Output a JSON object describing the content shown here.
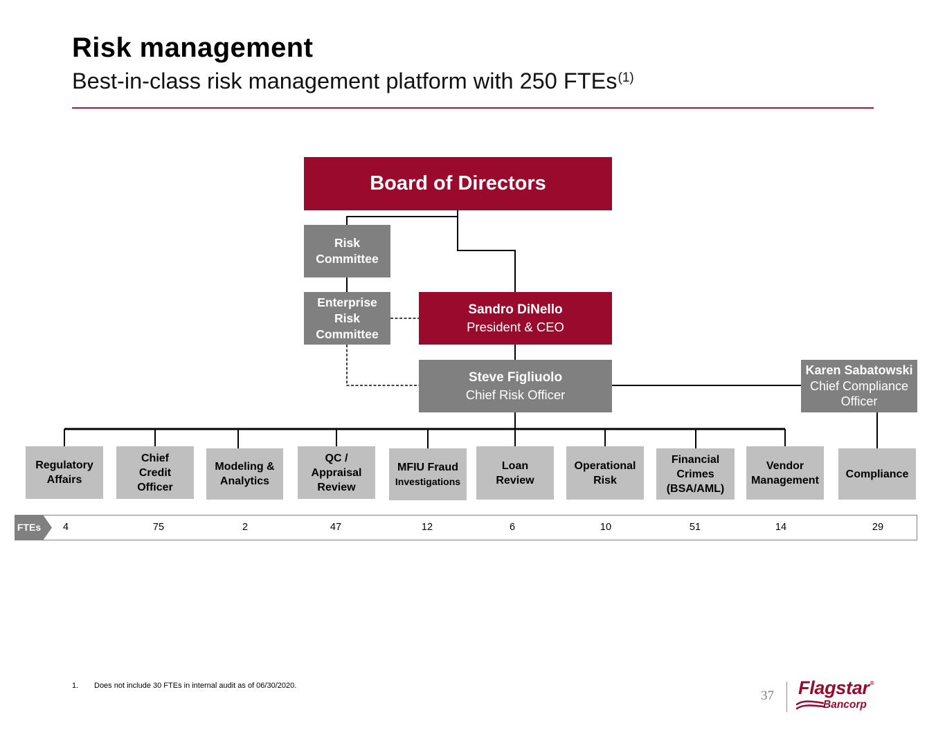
{
  "header": {
    "title": "Risk management",
    "subtitle": "Best-in-class risk management platform with 250 FTEs",
    "subtitle_note": "(1)"
  },
  "colors": {
    "brand_red": "#990a2c",
    "dark_gray": "#808080",
    "light_gray": "#bfbfbf"
  },
  "org": {
    "board": {
      "label": "Board of Directors"
    },
    "risk_committee": {
      "lines": [
        "Risk",
        "Committee"
      ]
    },
    "enterprise_risk_committee": {
      "lines": [
        "Enterprise",
        "Risk",
        "Committee"
      ]
    },
    "ceo": {
      "name": "Sandro DiNello",
      "title": "President & CEO"
    },
    "cro": {
      "name": "Steve Figliuolo",
      "title": "Chief Risk Officer"
    },
    "cco": {
      "name": "Karen Sabatowski",
      "title": "Chief Compliance Officer"
    },
    "departments": [
      {
        "lines": [
          "Regulatory",
          "Affairs"
        ],
        "ftes": 4
      },
      {
        "lines": [
          "Chief",
          "Credit",
          "Officer"
        ],
        "ftes": 75
      },
      {
        "lines": [
          "Modeling &",
          "Analytics"
        ],
        "ftes": 2
      },
      {
        "lines": [
          "QC /",
          "Appraisal",
          "Review"
        ],
        "ftes": 47
      },
      {
        "lines": [
          "MFIU Fraud",
          "Investigations"
        ],
        "ftes": 12
      },
      {
        "lines": [
          "Loan",
          "Review"
        ],
        "ftes": 6
      },
      {
        "lines": [
          "Operational",
          "Risk"
        ],
        "ftes": 10
      },
      {
        "lines": [
          "Financial",
          "Crimes",
          "(BSA/AML)"
        ],
        "ftes": 51
      },
      {
        "lines": [
          "Vendor",
          "Management"
        ],
        "ftes": 14
      },
      {
        "lines": [
          "Compliance"
        ],
        "ftes": 29
      }
    ]
  },
  "fte_label": "FTEs",
  "footnote": {
    "marker": "1.",
    "text": "Does not include 30 FTEs in internal audit as of 06/30/2020."
  },
  "footer": {
    "page_number": "37",
    "logo_name": "Flagstar",
    "logo_registered": "®",
    "logo_sub": "Bancorp"
  }
}
